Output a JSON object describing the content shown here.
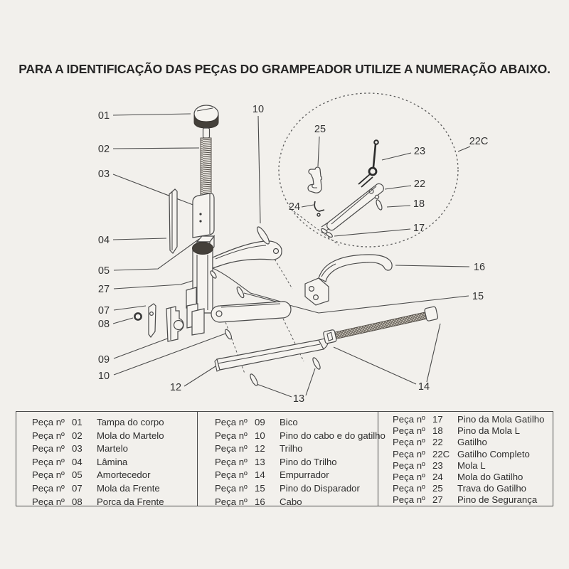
{
  "title": "PARA A IDENTIFICAÇÃO DAS PEÇAS DO GRAMPEADOR UTILIZE A NUMERAÇÃO ABAIXO.",
  "diagram": {
    "callouts": {
      "c01": "01",
      "c02": "02",
      "c03": "03",
      "c04": "04",
      "c05": "05",
      "c07": "07",
      "c08": "08",
      "c09": "09",
      "c10_top": "10",
      "c10_bottom": "10",
      "c12": "12",
      "c13": "13",
      "c14": "14",
      "c15": "15",
      "c16": "16",
      "c17": "17",
      "c18": "18",
      "c22": "22",
      "c22c": "22C",
      "c23": "23",
      "c24": "24",
      "c25": "25",
      "c27": "27"
    },
    "colors": {
      "ink": "#4a4a4a",
      "dark_fill": "#44403a",
      "paper": "#f2f0ec"
    }
  },
  "parts_table": {
    "columns": [
      {
        "rows": [
          {
            "p": "Peça nº",
            "n": "01",
            "d": "Tampa do corpo"
          },
          {
            "p": "Peça nº",
            "n": "02",
            "d": "Mola do Martelo"
          },
          {
            "p": "Peça nº",
            "n": "03",
            "d": "Martelo"
          },
          {
            "p": "Peça nº",
            "n": "04",
            "d": "Lâmina"
          },
          {
            "p": "Peça nº",
            "n": "05",
            "d": "Amortecedor"
          },
          {
            "p": "Peça nº",
            "n": "07",
            "d": "Mola da Frente"
          },
          {
            "p": "Peça nº",
            "n": "08",
            "d": "Porca da Frente"
          }
        ]
      },
      {
        "rows": [
          {
            "p": "Peça nº",
            "n": "09",
            "d": "Bico"
          },
          {
            "p": "Peça nº",
            "n": "10",
            "d": "Pino do cabo e do gatilho"
          },
          {
            "p": "Peça nº",
            "n": "12",
            "d": "Trilho"
          },
          {
            "p": "Peça nº",
            "n": "13",
            "d": "Pino do Trilho"
          },
          {
            "p": "Peça nº",
            "n": "14",
            "d": "Empurrador"
          },
          {
            "p": "Peça nº",
            "n": "15",
            "d": "Pino do Disparador"
          },
          {
            "p": "Peça nº",
            "n": "16",
            "d": "Cabo"
          }
        ]
      },
      {
        "rows": [
          {
            "p": "Peça nº",
            "n": "17",
            "d": "Pino da Mola Gatilho"
          },
          {
            "p": "Peça nº",
            "n": "18",
            "d": "Pino da Mola L"
          },
          {
            "p": "Peça nº",
            "n": "22",
            "d": "Gatilho"
          },
          {
            "p": "Peça nº",
            "n": "22C",
            "d": "Gatilho Completo"
          },
          {
            "p": "Peça nº",
            "n": "23",
            "d": "Mola L"
          },
          {
            "p": "Peça nº",
            "n": "24",
            "d": "Mola do Gatilho"
          },
          {
            "p": "Peça nº",
            "n": "25",
            "d": "Trava do Gatilho"
          },
          {
            "p": "Peça nº",
            "n": "27",
            "d": "Pino de Segurança"
          }
        ]
      }
    ]
  }
}
